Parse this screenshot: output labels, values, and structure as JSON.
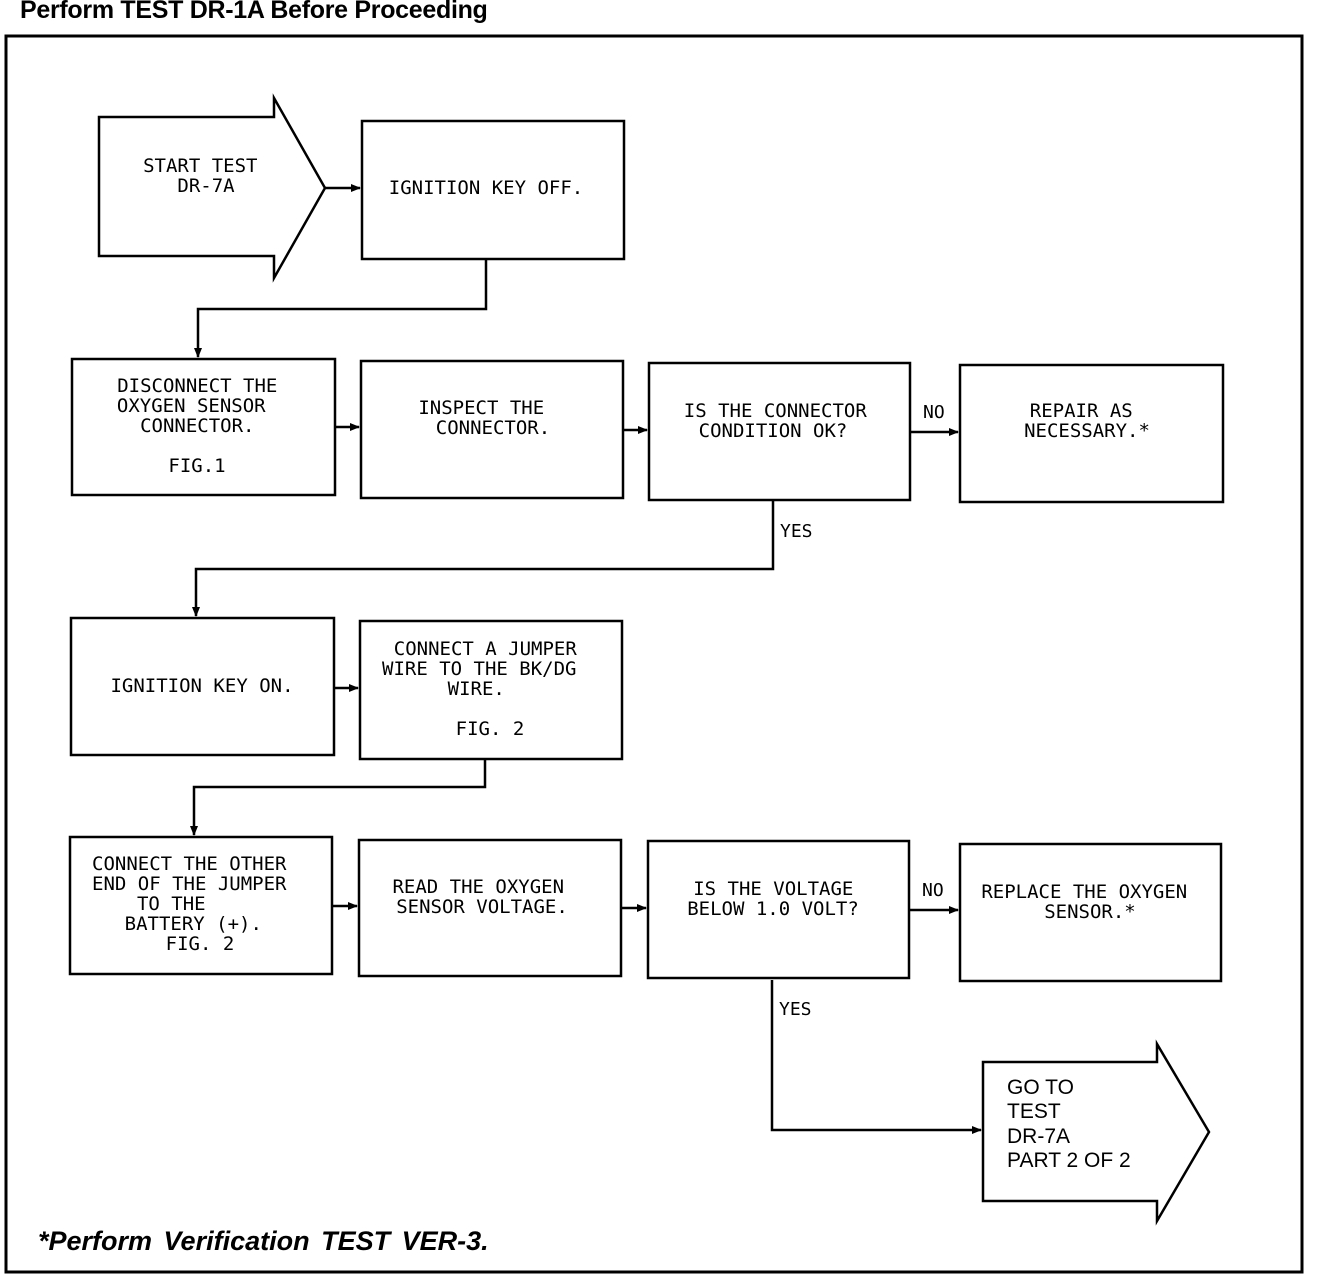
{
  "header": {
    "title": "Perform TEST DR-1A Before Proceeding"
  },
  "footnote": "*Perform Verification TEST VER-3.",
  "start": [
    "START TEST",
    "DR-7A"
  ],
  "steps": {
    "ignition_off": [
      "IGNITION KEY OFF."
    ],
    "disconnect": [
      "DISCONNECT THE",
      "OXYGEN SENSOR",
      "CONNECTOR."
    ],
    "disconnect_fig": "FIG.1",
    "inspect": [
      "INSPECT THE",
      "CONNECTOR."
    ],
    "connector_ok": [
      "IS THE CONNECTOR",
      "CONDITION OK?"
    ],
    "repair": [
      "REPAIR AS",
      "NECESSARY.*"
    ],
    "ignition_on": [
      "IGNITION KEY ON."
    ],
    "jumper": [
      "CONNECT A JUMPER",
      "WIRE TO THE BK/DG",
      "WIRE."
    ],
    "jumper_fig": "FIG. 2",
    "other_end": [
      "CONNECT THE OTHER",
      "END OF THE JUMPER",
      "TO THE",
      "BATTERY (+).",
      "FIG. 2"
    ],
    "read_voltage": [
      "READ THE OXYGEN",
      "SENSOR VOLTAGE."
    ],
    "voltage_q": [
      "IS THE VOLTAGE",
      "BELOW 1.0 VOLT?"
    ],
    "replace": [
      "REPLACE THE OXYGEN",
      "SENSOR.*"
    ]
  },
  "goto": [
    "GO TO",
    "TEST",
    "DR-7A",
    "PART 2 OF 2"
  ],
  "labels": {
    "no": "NO",
    "yes": "YES"
  }
}
